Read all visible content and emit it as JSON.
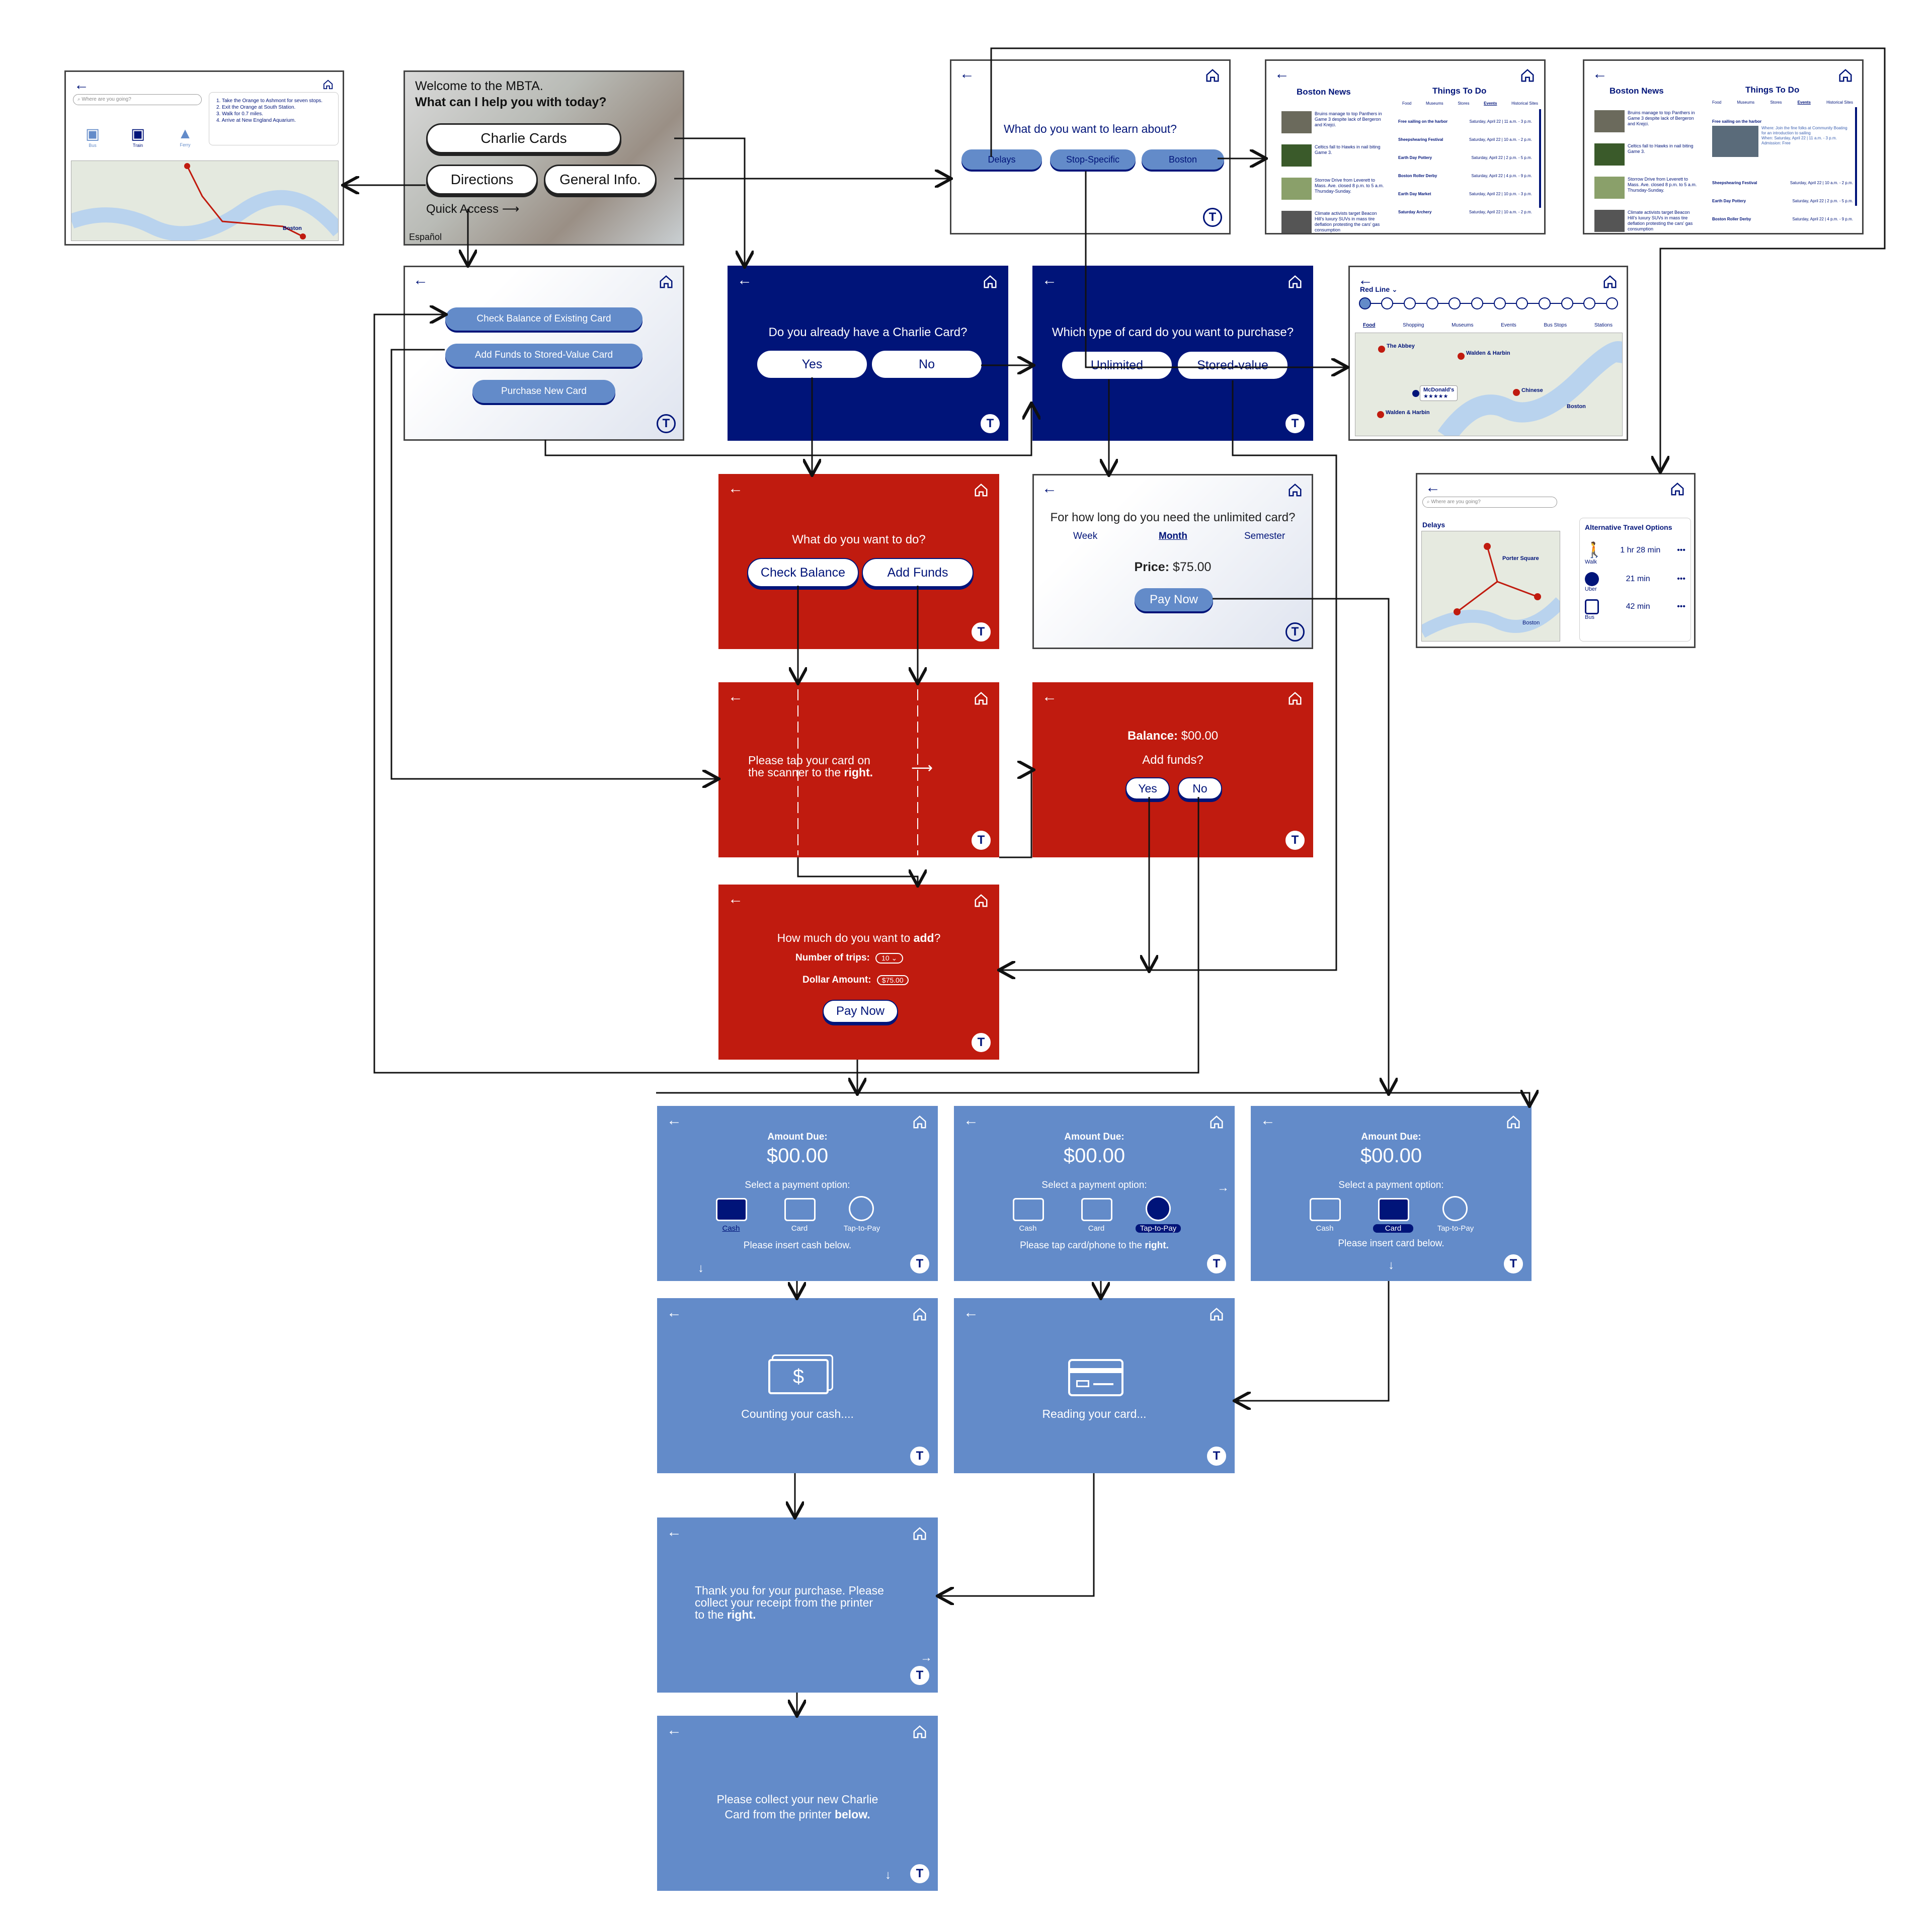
{
  "common": {
    "back": "←",
    "transit_logo": "T"
  },
  "directions": {
    "search": "Where are you going?",
    "steps": [
      "1. Take the Orange to Ashmont for seven stops.",
      "2. Exit the Orange at South Station.",
      "3. Walk for 0.7 miles.",
      "4. Arrive at New England Aquarium."
    ],
    "modes": [
      "Bus",
      "Train",
      "Ferry"
    ],
    "map_label": "Boston"
  },
  "welcome": {
    "line1": "Welcome to the MBTA.",
    "line2": "What can I help you with today?",
    "charlie": "Charlie Cards",
    "directions": "Directions",
    "general": "General Info.",
    "quick": "Quick Access",
    "espanol": "Español"
  },
  "learn": {
    "question": "What do you want to learn about?",
    "buttons": [
      "Delays",
      "Stop-Specific",
      "Boston"
    ]
  },
  "news1": {
    "news_title": "Boston News",
    "todo_title": "Things To Do",
    "tabs": [
      "Food",
      "Museums",
      "Stores",
      "Events",
      "Historical Sites"
    ],
    "news": [
      "Bruins manage to top Panthers in Game 3 despite lack of Bergeron and Krejci.",
      "Celtics fall to Hawks in nail biting Game 3.",
      "Storrow Drive from Leverett to Mass. Ave. closed 8 p.m. to 5 a.m. Thursday-Sunday.",
      "Climate activists target Beacon Hill's luxury SUVs in mass tire deflation protesting the cars' gas consumption"
    ],
    "events": [
      [
        "Free sailing on the harbor",
        "Saturday, April 22 | 11 a.m. - 3 p.m."
      ],
      [
        "Sheepshearing Festival",
        "Saturday, April 22 | 10 a.m. - 2 p.m."
      ],
      [
        "Earth Day Pottery",
        "Saturday, April 22 | 2 p.m. - 5 p.m."
      ],
      [
        "Boston Roller Derby",
        "Saturday, April 22 | 4 p.m. - 9 p.m."
      ],
      [
        "Earth Day Market",
        "Saturday, April 22 | 10 p.m. - 3 p.m."
      ],
      [
        "Saturday Archery",
        "Saturday, April 22 | 10 a.m. - 2 p.m."
      ]
    ]
  },
  "news2": {
    "news_title": "Boston News",
    "todo_title": "Things To Do",
    "tabs": [
      "Food",
      "Museums",
      "Stores",
      "Events",
      "Historical Sites"
    ],
    "detail_title": "Free sailing on the harbor",
    "detail_where": "Where: Join the fine folks at Community Boating for an introduction to sailing",
    "detail_when": "When: Saturday, April 22 | 11 a.m. - 3 p.m.",
    "detail_admission": "Admission: Free",
    "events": [
      [
        "Sheepshearing Festival",
        "Saturday, April 22 | 10 a.m. - 2 p.m."
      ],
      [
        "Earth Day Pottery",
        "Saturday, April 22 | 2 p.m. - 5 p.m."
      ],
      [
        "Boston Roller Derby",
        "Saturday, April 22 | 4 p.m. - 9 p.m."
      ]
    ]
  },
  "redline": {
    "title": "Red Line",
    "tabs": [
      "Food",
      "Shopping",
      "Museums",
      "Events",
      "Bus Stops",
      "Stations"
    ],
    "pins": [
      "The Abbey",
      "Walden & Harbin",
      "McDonald's",
      "Chinese",
      "Walden & Harbin"
    ],
    "map_label": "Boston",
    "rating": "★★★★★"
  },
  "delays": {
    "search": "Where are you going?",
    "title": "Delays",
    "alt_title": "Alternative Travel Options",
    "options": [
      [
        "1 hr 28 min",
        "Walk"
      ],
      [
        "21 min",
        "Uber"
      ],
      [
        "42 min",
        "Bus"
      ]
    ],
    "map_label": "Porter Square",
    "map_label2": "Boston",
    "more": "•••"
  },
  "charlie_menu": {
    "check": "Check Balance of Existing Card",
    "add": "Add Funds to Stored-Value Card",
    "purchase": "Purchase New Card"
  },
  "have_card": {
    "question": "Do you already have a Charlie Card?",
    "yes": "Yes",
    "no": "No"
  },
  "card_type": {
    "question": "Which type of card do you want to purchase?",
    "unlimited": "Unlimited",
    "stored": "Stored-value"
  },
  "what_do": {
    "question": "What do you want to do?",
    "check": "Check Balance",
    "add": "Add Funds"
  },
  "howlong": {
    "question": "For how long do you need the unlimited card?",
    "week": "Week",
    "month": "Month",
    "semester": "Semester",
    "price_label": "Price:",
    "price": "$75.00",
    "pay": "Pay Now"
  },
  "tap": {
    "line1": "Please tap your card on",
    "line2a": "the scanner to the ",
    "line2b": "right."
  },
  "balance": {
    "label": "Balance:",
    "value": "$00.00",
    "question": "Add funds?",
    "yes": "Yes",
    "no": "No"
  },
  "howmuch": {
    "qa": "How much do you want to ",
    "qb": "add",
    "qc": "?",
    "trips_label": "Number of trips:",
    "trips": "10",
    "dollar_label": "Dollar Amount:",
    "dollar": "$75.00",
    "pay": "Pay Now"
  },
  "pay1": {
    "due": "Amount Due:",
    "amount": "$00.00",
    "select": "Select a payment option:",
    "options": [
      "Cash",
      "Card",
      "Tap-to-Pay"
    ],
    "msg": "Please insert cash below."
  },
  "pay2": {
    "due": "Amount Due:",
    "amount": "$00.00",
    "select": "Select a payment option:",
    "options": [
      "Cash",
      "Card",
      "Tap-to-Pay"
    ],
    "msga": "Please tap card/phone to the ",
    "msgb": "right."
  },
  "pay3": {
    "due": "Amount Due:",
    "amount": "$00.00",
    "select": "Select a payment option:",
    "options": [
      "Cash",
      "Card",
      "Tap-to-Pay"
    ],
    "msg": "Please insert card below."
  },
  "counting": {
    "msg": "Counting your cash....",
    "symbol": "$"
  },
  "reading": {
    "msg": "Reading your card..."
  },
  "thanks": {
    "l1": "Thank you for your purchase. Please",
    "l2": "collect your receipt from the printer",
    "l3a": "to the ",
    "l3b": "right."
  },
  "collect": {
    "l1": "Please collect your new Charlie",
    "l2a": "Card from the printer ",
    "l2b": "below."
  },
  "colors": {
    "navy": "#001479",
    "red": "#c01b0f",
    "light_blue": "#638bc9"
  }
}
